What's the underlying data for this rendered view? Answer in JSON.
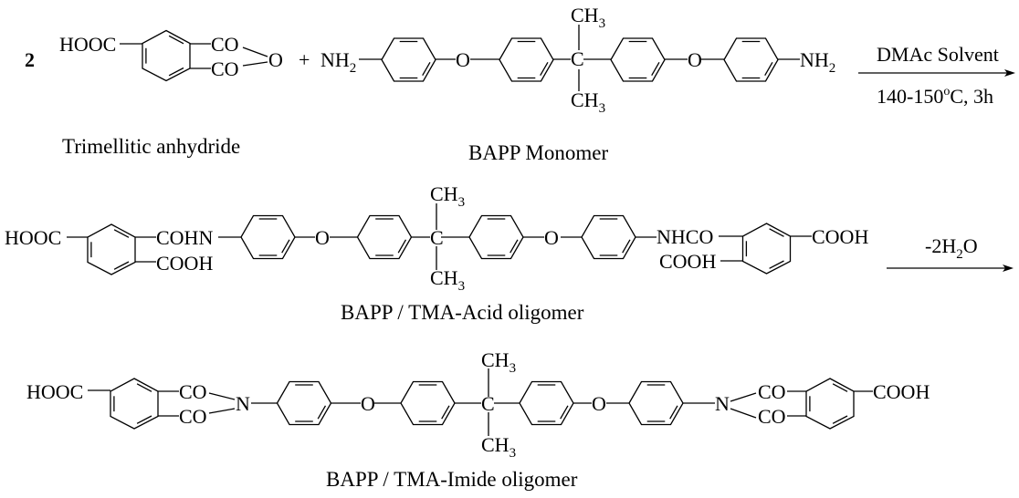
{
  "reaction": {
    "coefficient": "2",
    "plus": "+",
    "step1": {
      "reagent": "DMAc Solvent",
      "conditions": {
        "a": "140-150",
        "sup": "o",
        "b": "C, 3h"
      }
    },
    "step2": {
      "a": "-2H",
      "sub": "2",
      "b": "O"
    }
  },
  "tma": {
    "label": "Trimellitic anhydride",
    "hooc": "HOOC",
    "co1": "CO",
    "co2": "CO",
    "o": "O"
  },
  "bapp": {
    "label": "BAPP Monomer",
    "nh": "NH",
    "nh_sub": "2",
    "o": "O",
    "c": "C",
    "ch": "CH",
    "ch_sub": "3"
  },
  "acid_oligomer": {
    "label": "BAPP / TMA-Acid oligomer",
    "hooc": "HOOC",
    "cohn": "COHN",
    "cooh": "COOH",
    "nhco": "NHCO",
    "o": "O",
    "c": "C",
    "ch": "CH",
    "ch_sub": "3"
  },
  "imide_oligomer": {
    "label": "BAPP / TMA-Imide oligomer",
    "hooc": "HOOC",
    "co": "CO",
    "n": "N",
    "cooh": "COOH",
    "o": "O",
    "c": "C",
    "ch": "CH",
    "ch_sub": "3"
  }
}
